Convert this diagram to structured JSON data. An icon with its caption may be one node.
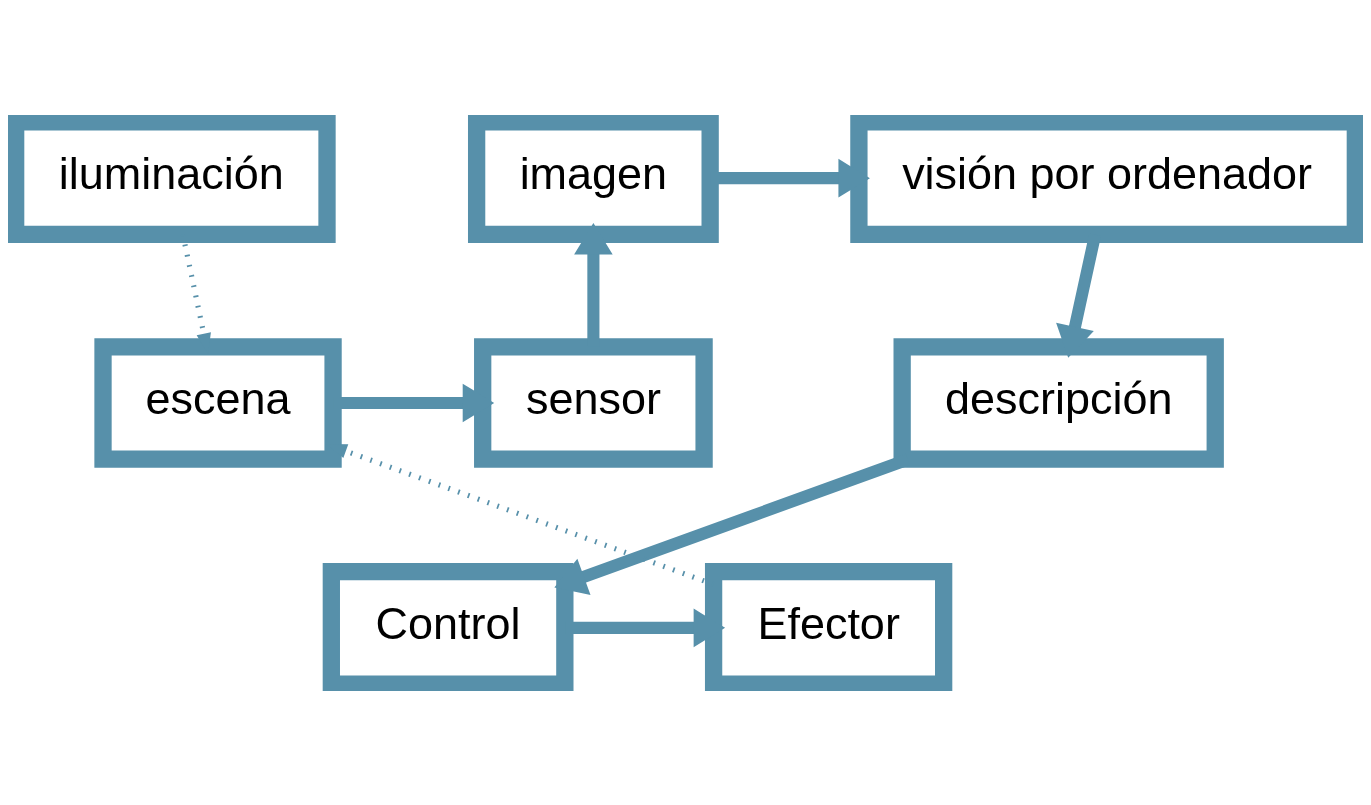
{
  "diagram": {
    "nodes": [
      {
        "text": [
          "iluminación"
        ]
      },
      {
        "text": [
          "imagen"
        ]
      },
      {
        "text": [
          "visión por ordenador"
        ]
      },
      {
        "text": [
          "escena"
        ]
      },
      {
        "text": [
          "sensor"
        ]
      },
      {
        "text": [
          "descripción"
        ]
      },
      {
        "text": [
          "Efector"
        ]
      },
      {
        "text": [
          "Control"
        ]
      }
    ],
    "edges": [
      {
        "from": 0,
        "to": 3,
        "arrow": "to",
        "style": "dashed"
      },
      {
        "from": 3,
        "to": 4,
        "arrow": "to"
      },
      {
        "from": 4,
        "to": 1,
        "arrow": "to"
      },
      {
        "from": 1,
        "to": 2,
        "arrow": "to"
      },
      {
        "from": 2,
        "to": 5,
        "arrow": "to"
      },
      {
        "from": 5,
        "to": 7,
        "arrow": "to"
      },
      {
        "from": 7,
        "to": 6,
        "arrow": "to"
      },
      {
        "from": 6,
        "to": 3,
        "arrow": "to",
        "style": "dashed"
      }
    ]
  }
}
